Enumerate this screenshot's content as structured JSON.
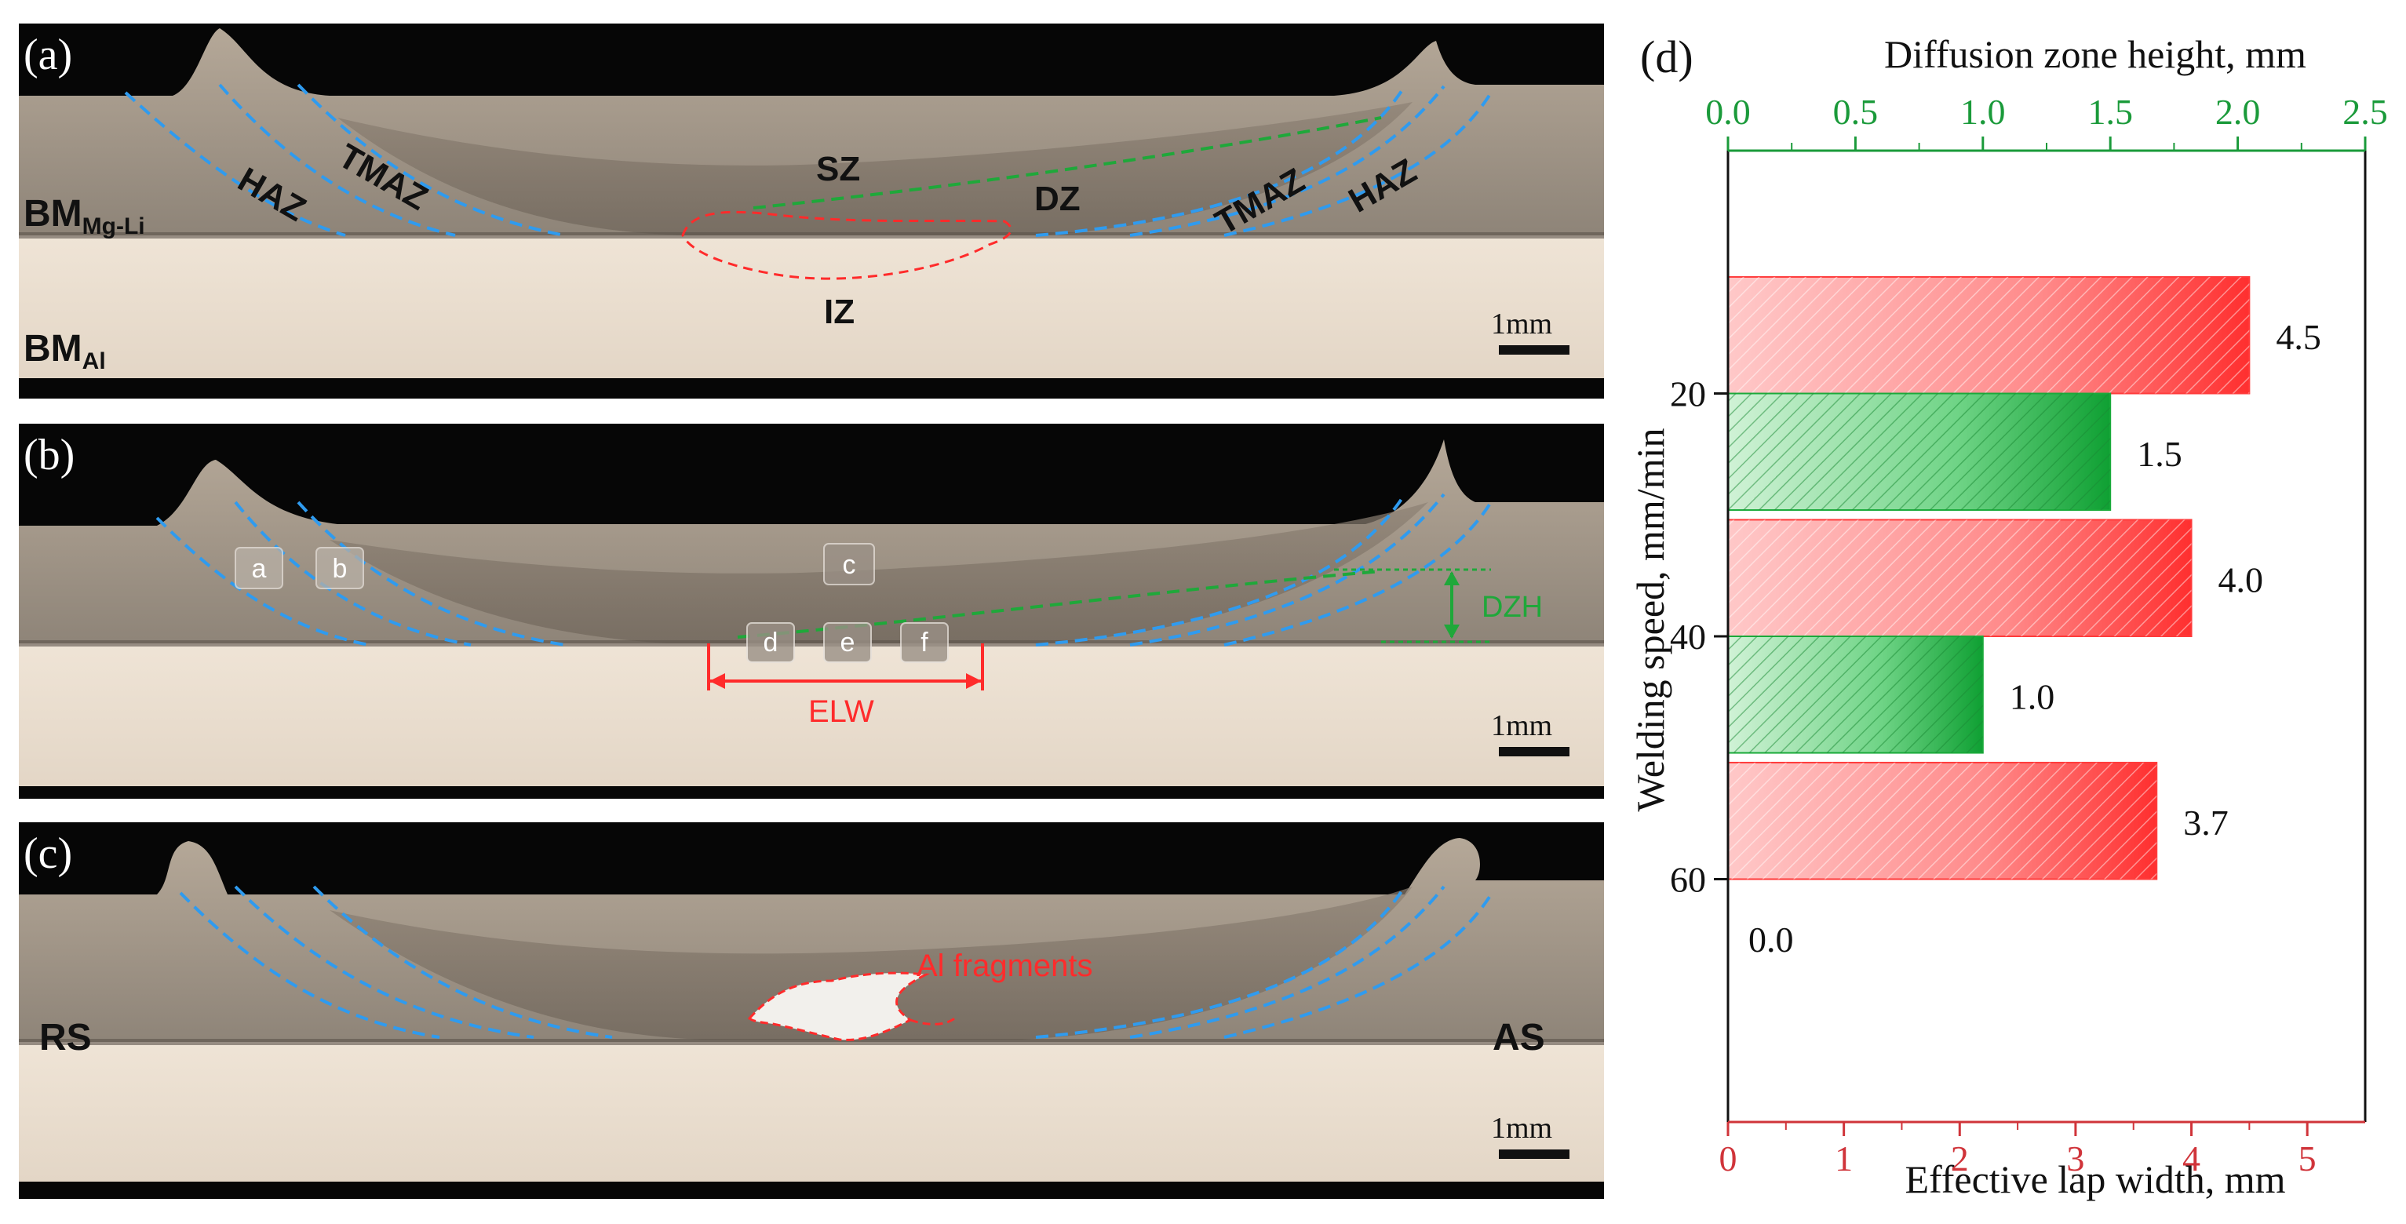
{
  "panels": {
    "a": {
      "label": "(a)",
      "bm_mg": "BM",
      "bm_mg_sub": "Mg-Li",
      "bm_al": "BM",
      "bm_al_sub": "Al",
      "haz_left": "HAZ",
      "tmaz_left": "TMAZ",
      "sz": "SZ",
      "dz": "DZ",
      "tmaz_right": "TMAZ",
      "haz_right": "HAZ",
      "iz": "IZ",
      "scale": "1mm"
    },
    "b": {
      "label": "(b)",
      "box_a": "a",
      "box_b": "b",
      "box_c": "c",
      "box_d": "d",
      "box_e": "e",
      "box_f": "f",
      "dzh": "DZH",
      "elw": "ELW",
      "scale": "1mm"
    },
    "c": {
      "label": "(c)",
      "fragments": "Al fragments",
      "rs": "RS",
      "as": "AS",
      "scale": "1mm"
    }
  },
  "chart_data": {
    "panel_label": "(d)",
    "type": "bar",
    "orientation": "horizontal",
    "categories": [
      "20",
      "40",
      "60"
    ],
    "series": [
      {
        "name": "Effective lap width",
        "values": [
          4.5,
          4.0,
          3.7
        ],
        "color": "#ff3b3b",
        "axis": "bottom"
      },
      {
        "name": "Diffusion zone height",
        "values": [
          1.5,
          1.0,
          0.0
        ],
        "color": "#1aaa3a",
        "axis": "top"
      }
    ],
    "value_labels": {
      "red": [
        "4.5",
        "4.0",
        "3.7"
      ],
      "green": [
        "1.5",
        "1.0",
        "0.0"
      ]
    },
    "ylabel": "Welding speed, mm/min",
    "xlabel_bottom": "Effective lap width, mm",
    "xlabel_top": "Diffusion zone height, mm",
    "xlim_bottom": [
      0,
      5.5
    ],
    "xlim_top": [
      0,
      2.5
    ],
    "ylim": [
      0,
      80
    ],
    "xticks_bottom": [
      "0",
      "1",
      "2",
      "3",
      "4",
      "5"
    ],
    "xticks_top": [
      "0.0",
      "0.5",
      "1.0",
      "1.5",
      "2.0",
      "2.5"
    ],
    "yticks": [
      "20",
      "40",
      "60"
    ],
    "colors": {
      "bottom_axis": "#d0343a",
      "top_axis": "#1a9a3a",
      "red_bar": "#ff3b3b",
      "green_bar": "#1aaa3a"
    }
  }
}
